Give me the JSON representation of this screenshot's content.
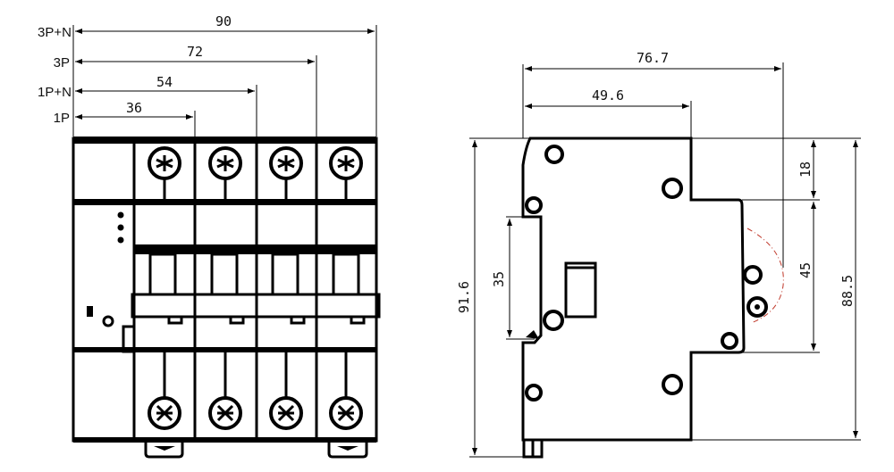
{
  "front_view": {
    "pole_labels": [
      "3P+N",
      "3P",
      "1P+N",
      "1P"
    ],
    "width_dimensions": [
      "90",
      "72",
      "54",
      "36"
    ]
  },
  "side_view": {
    "dimensions": {
      "overall_depth": "76.7",
      "body_depth": "49.6",
      "overall_height": "91.6",
      "din_rail": "35",
      "top_step": "18",
      "front_face": "45",
      "body_height": "88.5"
    }
  },
  "colors": {
    "line": "#000000",
    "handle_arc": "#c0392b"
  }
}
